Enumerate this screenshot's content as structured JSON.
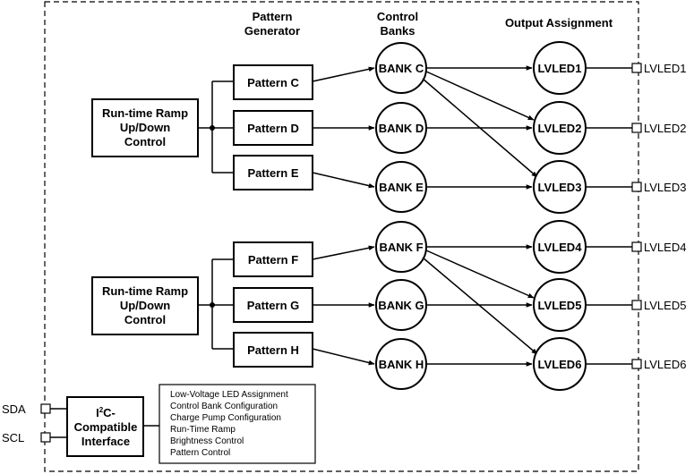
{
  "headers": {
    "pattern_generator": [
      "Pattern",
      "Generator"
    ],
    "control_banks": [
      "Control",
      "Banks"
    ],
    "output_assignment": "Output Assignment"
  },
  "ramp_controls": [
    [
      "Run-time Ramp",
      "Up/Down",
      "Control"
    ],
    [
      "Run-time Ramp",
      "Up/Down",
      "Control"
    ]
  ],
  "patterns": [
    "Pattern C",
    "Pattern D",
    "Pattern E",
    "Pattern F",
    "Pattern G",
    "Pattern H"
  ],
  "banks": [
    "BANK C",
    "BANK D",
    "BANK E",
    "BANK F",
    "BANK G",
    "BANK H"
  ],
  "leds": [
    "LVLED1",
    "LVLED2",
    "LVLED3",
    "LVLED4",
    "LVLED5",
    "LVLED6"
  ],
  "pins": [
    "LVLED1",
    "LVLED2",
    "LVLED3",
    "LVLED4",
    "LVLED5",
    "LVLED6"
  ],
  "i2c": {
    "line1_main": "I",
    "line1_sup": "2",
    "line1_rest": "C-",
    "line2": "Compatible",
    "line3": "Interface",
    "sda": "SDA",
    "scl": "SCL"
  },
  "register_list": [
    "Low-Voltage LED Assignment",
    "Control Bank Configuration",
    "Charge Pump Configuration",
    "Run-Time Ramp",
    "Brightness Control",
    "Pattern Control"
  ]
}
